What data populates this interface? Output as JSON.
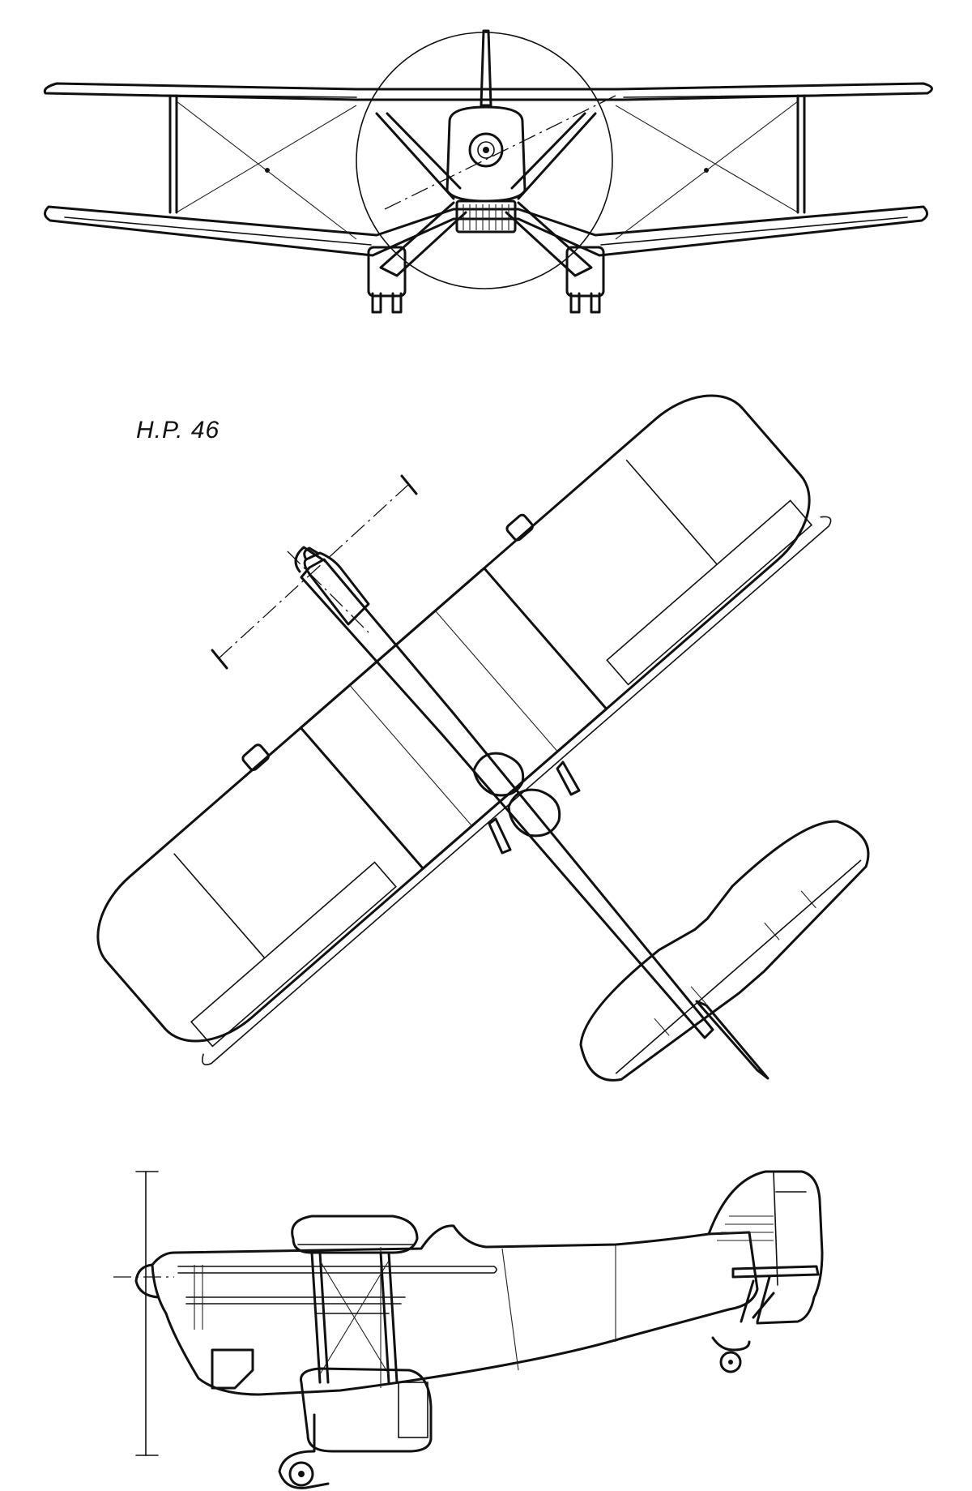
{
  "drawing": {
    "designation": "H.P. 46",
    "views": [
      "front-view",
      "plan-view",
      "side-view"
    ],
    "colors": {
      "ink": "#111111",
      "paper": "#ffffff"
    }
  }
}
